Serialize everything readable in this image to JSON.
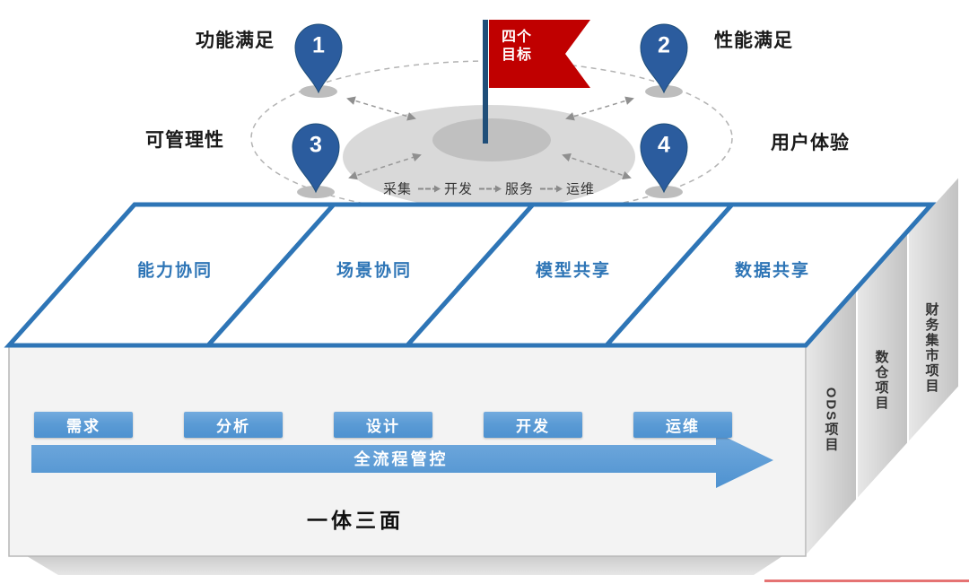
{
  "diagram": {
    "flag": {
      "line1": "四个",
      "line2": "目标"
    },
    "pins": [
      {
        "number": "1",
        "label": "功能满足"
      },
      {
        "number": "2",
        "label": "性能满足"
      },
      {
        "number": "3",
        "label": "可管理性"
      },
      {
        "number": "4",
        "label": "用户体验"
      }
    ],
    "process": {
      "steps": [
        "采集",
        "开发",
        "服务",
        "运维"
      ]
    },
    "top_cells": [
      {
        "label": "能力协同"
      },
      {
        "label": "场景协同"
      },
      {
        "label": "模型共享"
      },
      {
        "label": "数据共享"
      }
    ],
    "side_projects": [
      {
        "label": "ODS项目"
      },
      {
        "label": "数仓项目"
      },
      {
        "label": "财务集市项目"
      }
    ],
    "stages": [
      {
        "label": "需求"
      },
      {
        "label": "分析"
      },
      {
        "label": "设计"
      },
      {
        "label": "开发"
      },
      {
        "label": "运维"
      }
    ],
    "flow_arrow_label": "全流程管控",
    "caption": "一体三面"
  },
  "colors": {
    "pin": "#2B5C9E",
    "flag": "#C00000",
    "cell_border": "#2E75B6",
    "cell_text": "#2E75B6",
    "stage_button": "#5B9BD5",
    "flow_arrow": "#5B9BD5",
    "ellipse_fill": "#d9d9d9",
    "bottom_line": "#e57373"
  }
}
